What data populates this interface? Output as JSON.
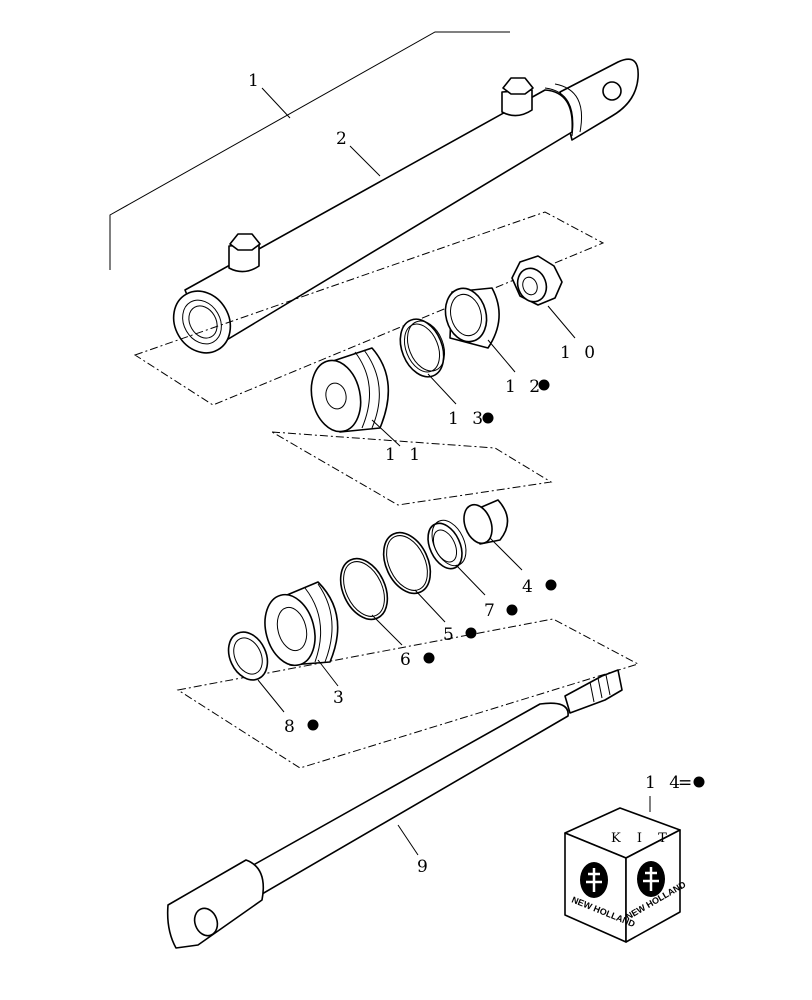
{
  "callouts": {
    "c1": "1",
    "c2": "2",
    "c3": "3",
    "c4": "4",
    "c5": "5",
    "c6": "6",
    "c7": "7",
    "c8": "8",
    "c9": "9",
    "c10": "1 0",
    "c11": "1 1",
    "c12": "1 2",
    "c13": "1 3",
    "c14": "1 4"
  },
  "kit": {
    "label": "K I T",
    "brand_left": "NEW HOLLAND",
    "brand_right": "NEW HOLLAND",
    "legend_equals": "="
  },
  "kit_parts": [
    "4",
    "5",
    "6",
    "7",
    "8",
    "12",
    "13"
  ],
  "marker_symbol": "filled-circle"
}
